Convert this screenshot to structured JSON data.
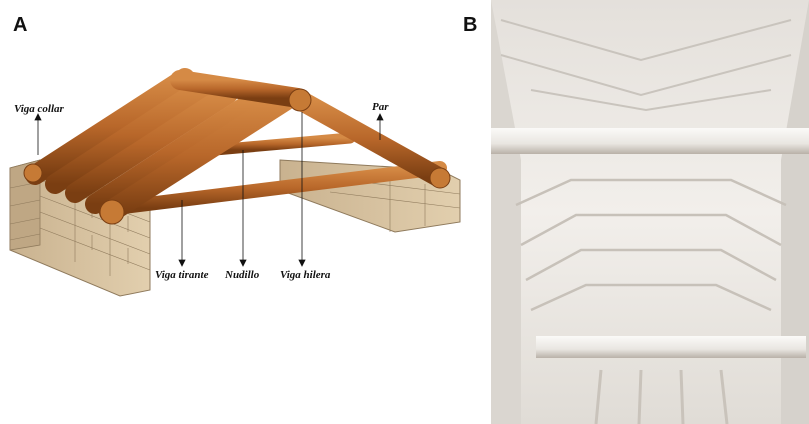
{
  "panels": {
    "a_label": "A",
    "b_label": "B"
  },
  "callouts": {
    "viga_collar": "Viga collar",
    "par": "Par",
    "viga_tirante": "Viga tirante",
    "nudillo": "Nudillo",
    "viga_hilera": "Viga hilera"
  },
  "colors": {
    "wood": "#b8672a",
    "wood_dark": "#7a3e12",
    "wood_light": "#d58a45",
    "brick": "#d8c3a1",
    "brick_line": "#8f7a5c",
    "plaster": "#ece9e4",
    "plaster_shadow": "#cfcbc6"
  }
}
